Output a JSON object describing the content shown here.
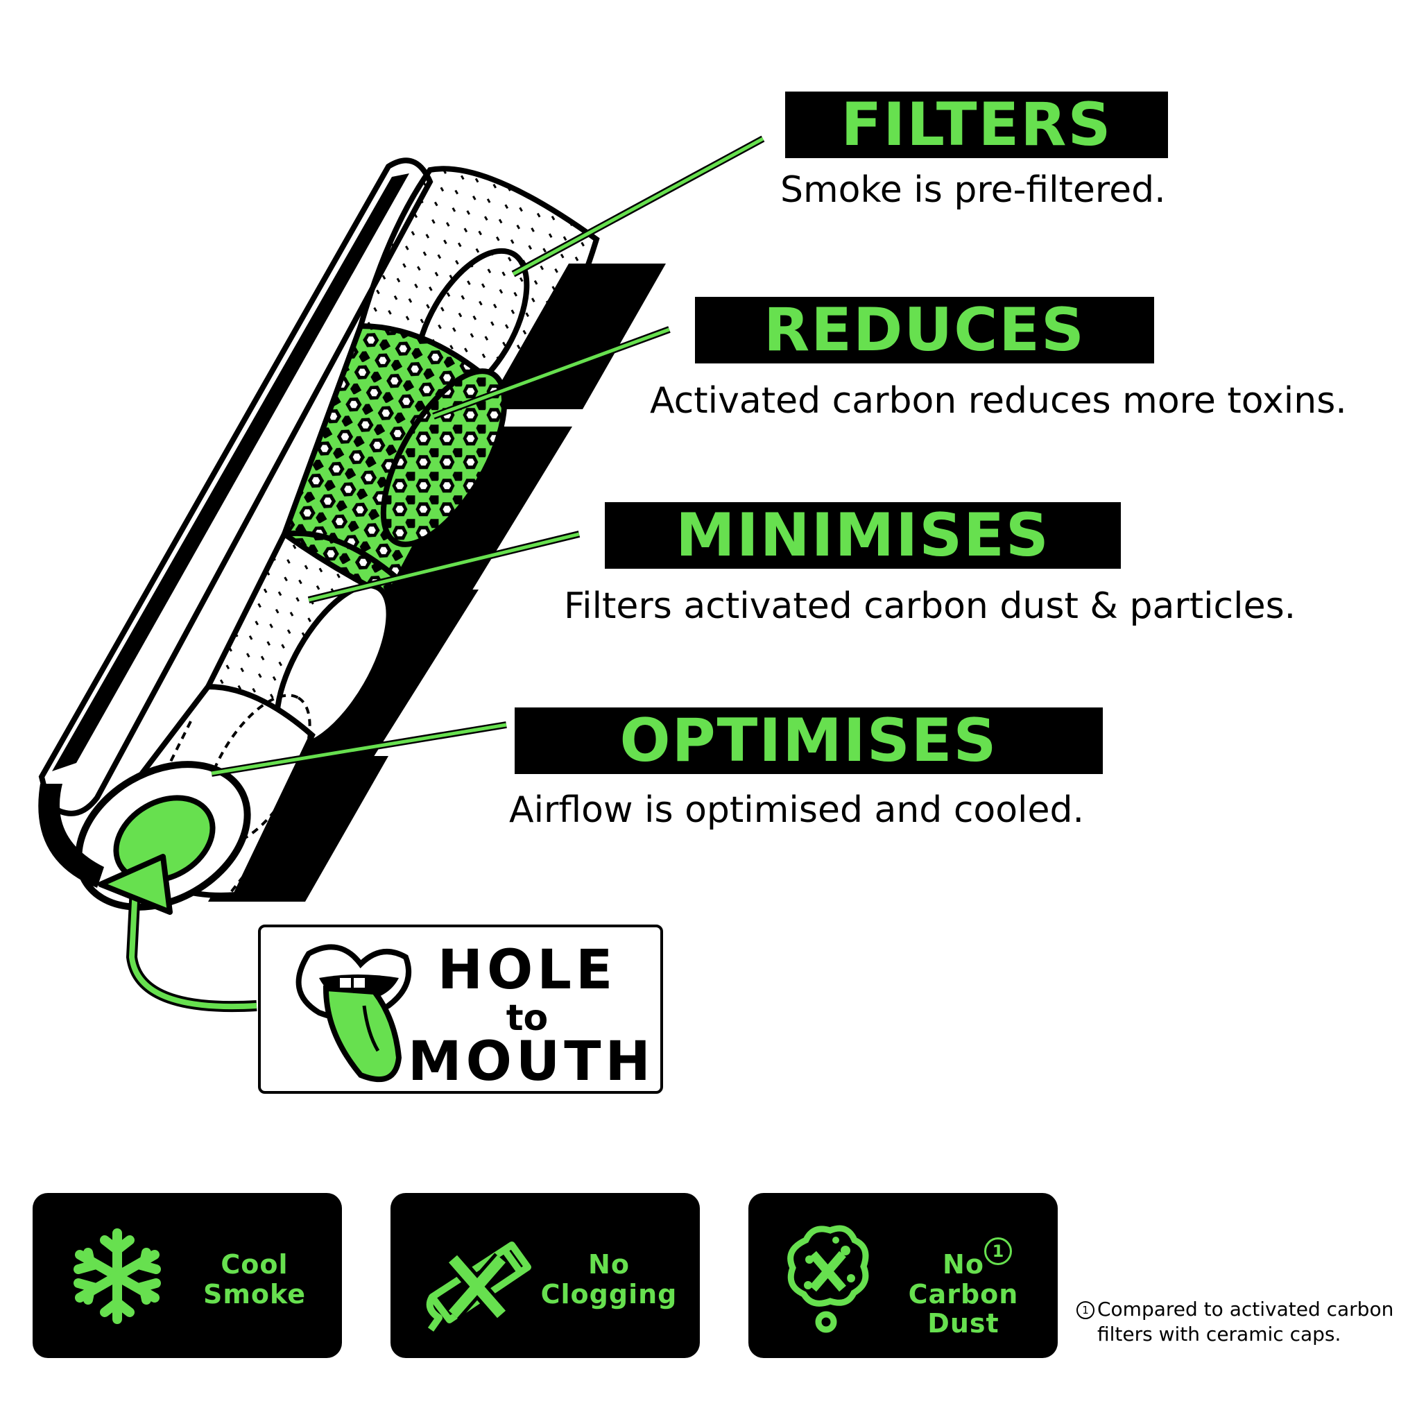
{
  "colors": {
    "accent": "#67e04f",
    "ink": "#000000",
    "paper": "#ffffff"
  },
  "features": [
    {
      "title": "FILTERS",
      "desc": "Smoke is pre-filtered."
    },
    {
      "title": "REDUCES",
      "desc": "Activated carbon reduces more toxins."
    },
    {
      "title": "MINIMISES",
      "desc": "Filters activated carbon dust & particles."
    },
    {
      "title": "OPTIMISES",
      "desc": "Airflow is optimised and cooled."
    }
  ],
  "hole": {
    "line1": "HOLE",
    "line2": "to",
    "line3": "MOUTH",
    "icon": "mouth-tongue-icon"
  },
  "cards": [
    {
      "line1": "Cool",
      "line2": "Smoke",
      "icon": "snowflake-icon"
    },
    {
      "line1": "No",
      "line2": "Clogging",
      "icon": "no-clog-filter-icon"
    },
    {
      "line1": "No",
      "line2": "Carbon Dust",
      "icon": "no-dust-icon",
      "note_mark": "1"
    }
  ],
  "footnote": {
    "mark": "1",
    "line1": "Compared to activated carbon",
    "line2": "filters with ceramic caps."
  }
}
